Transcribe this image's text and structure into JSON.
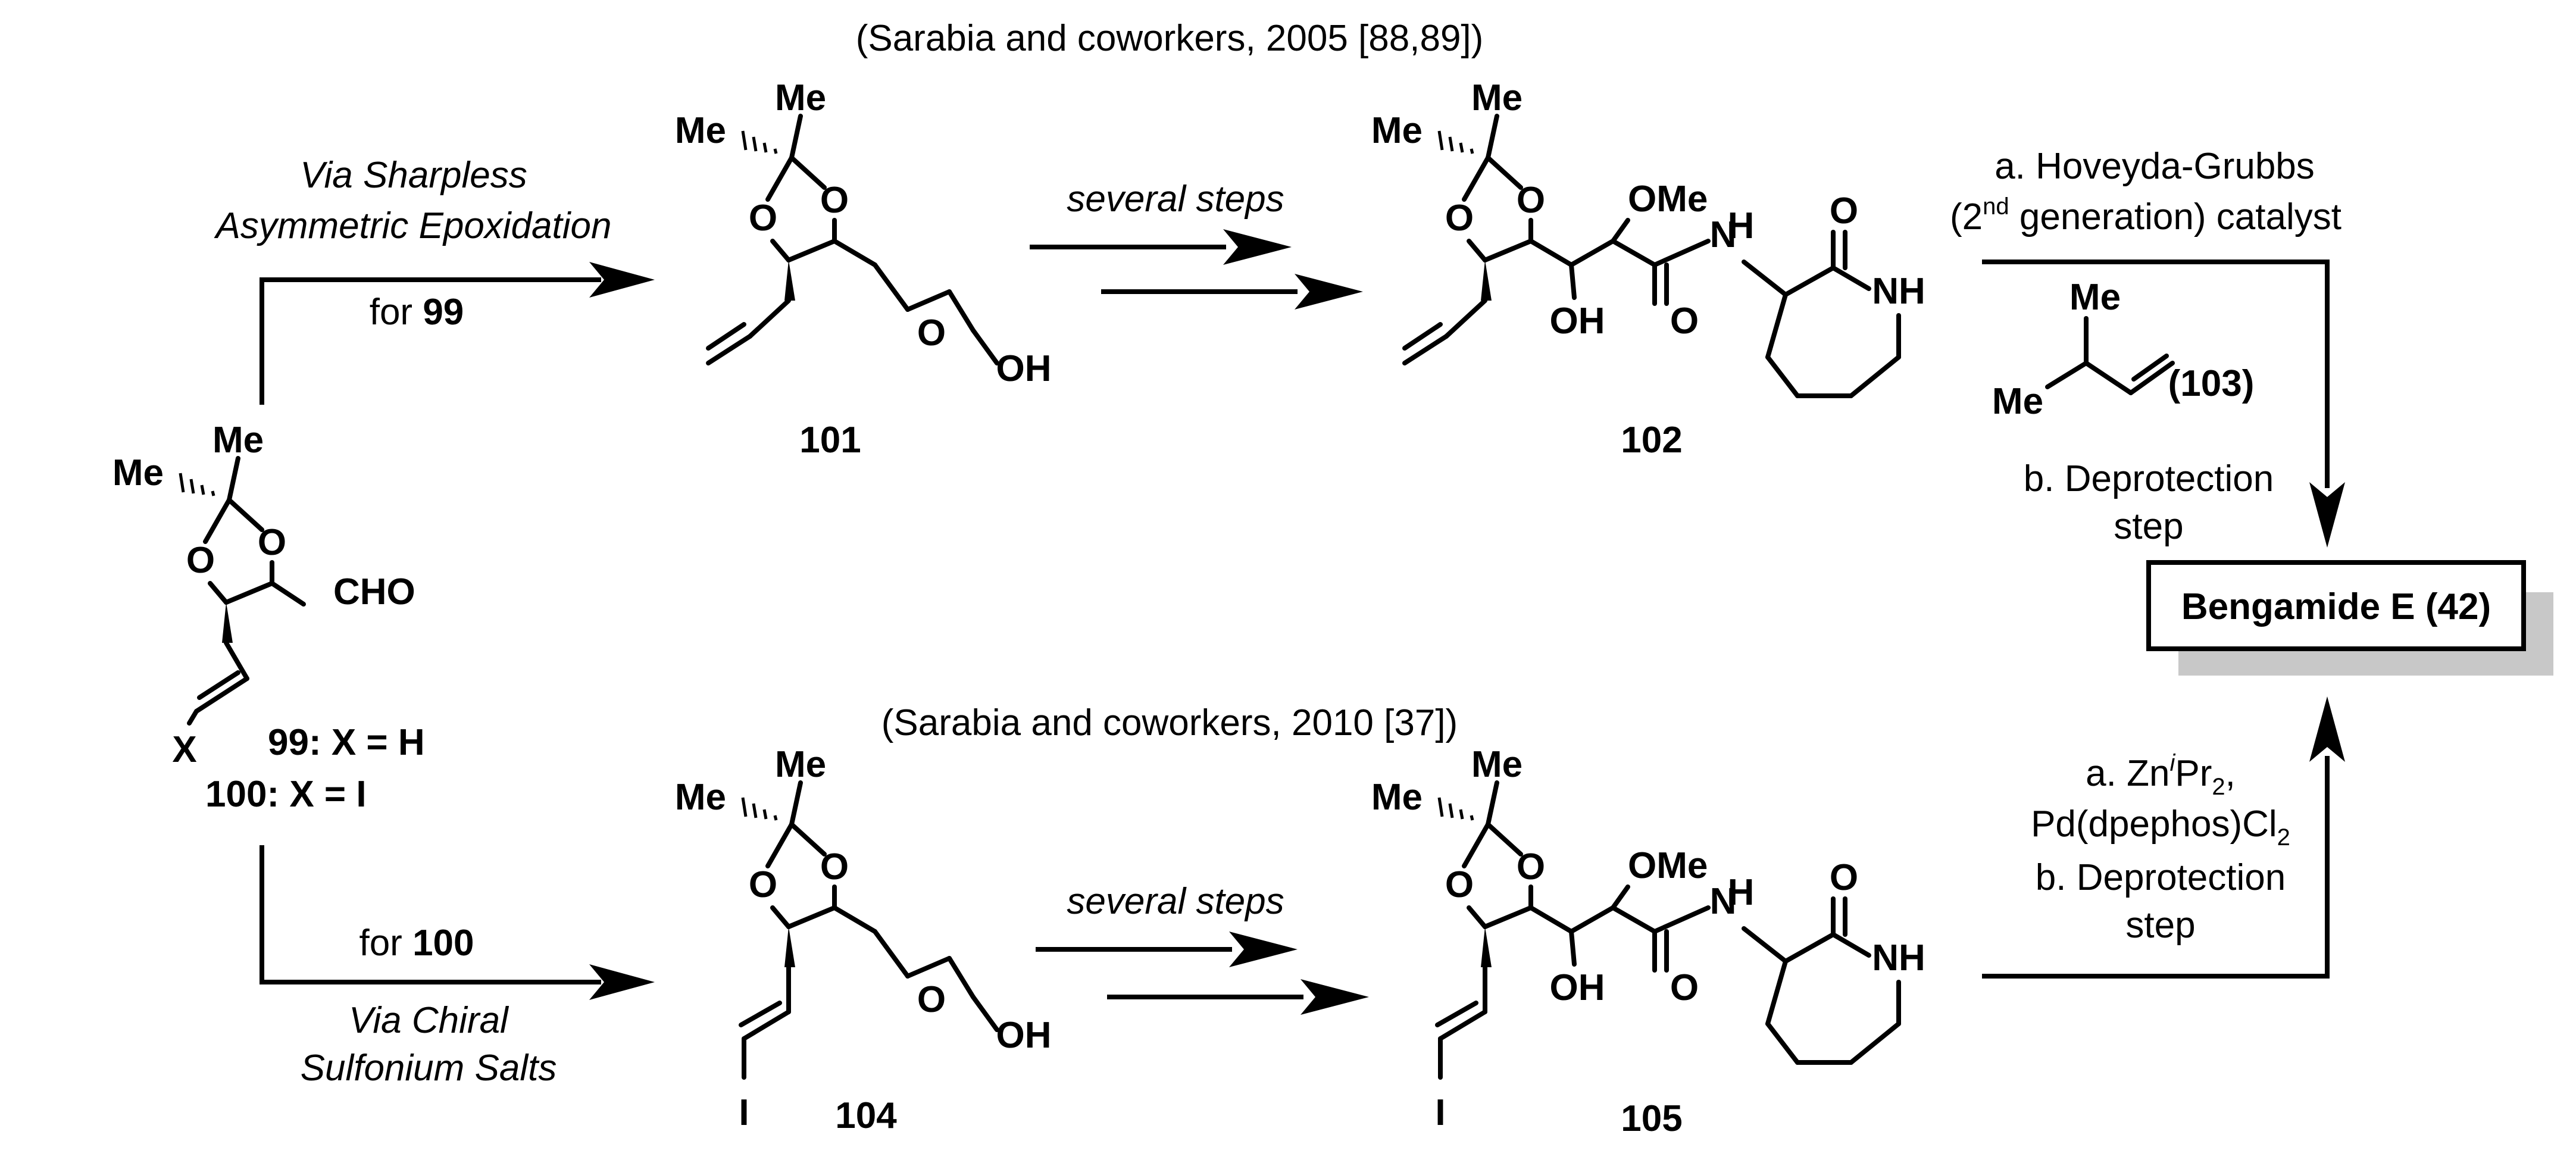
{
  "headers": {
    "top": "(Sarabia and coworkers, 2005 [88,89])",
    "bottom": "(Sarabia and coworkers, 2010 [37])"
  },
  "route_top": {
    "method_line1": "Via Sharpless",
    "method_line2": "Asymmetric Epoxidation",
    "for_prefix": "for ",
    "for_compound": "99",
    "steps": "several steps"
  },
  "route_bottom": {
    "method_line1": "Via Chiral",
    "method_line2": "Sulfonium Salts",
    "for_prefix": "for ",
    "for_compound": "100",
    "steps": "several steps"
  },
  "conditions_top": {
    "a_line1": "a. Hoveyda-Grubbs",
    "a_line2_open": "(2",
    "a_line2_sup": "nd",
    "a_line2_rest": " generation) catalyst",
    "reagent_label": "(103)",
    "b_line1": "b. Deprotection",
    "b_line2": "step"
  },
  "conditions_bottom": {
    "a_line1_text": "a. Zn",
    "a_line1_sup": "i",
    "a_line1_pr": "Pr",
    "a_line1_sub": "2",
    "a_line1_end": ",",
    "a_line2_text": "Pd(dpephos)Cl",
    "a_line2_sub": "2",
    "b_line1": "b. Deprotection",
    "b_line2": "step"
  },
  "compounds": {
    "start_label_1": "99: X = H",
    "start_label_2": "100: X = I",
    "c101": "101",
    "c102": "102",
    "c104": "104",
    "c105": "105"
  },
  "atoms": {
    "me": "Me",
    "o": "O",
    "oh": "OH",
    "ome": "OMe",
    "cho": "CHO",
    "nh": "NH",
    "n": "N",
    "h": "H",
    "x": "X",
    "i": "I"
  },
  "product": "Bengamide E (42)",
  "colors": {
    "ink": "#000000",
    "shadow": "#c8c8c8",
    "background": "#ffffff"
  }
}
